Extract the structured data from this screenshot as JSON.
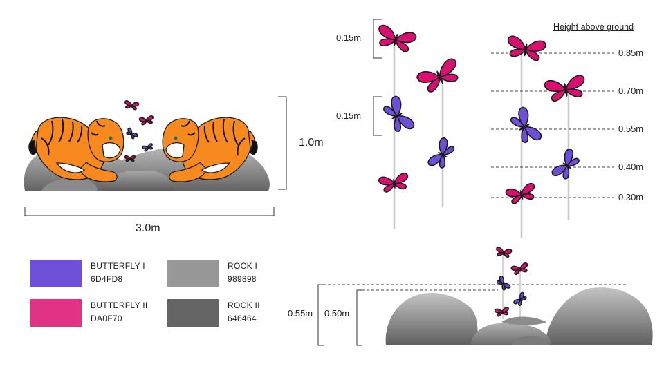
{
  "overview": {
    "height_label": "1.0m",
    "width_label": "3.0m"
  },
  "legend": [
    {
      "name": "BUTTERFLY I",
      "code": "6D4FD8",
      "color": "#6D4FD8"
    },
    {
      "name": "ROCK I",
      "code": "989898",
      "color": "#989898"
    },
    {
      "name": "BUTTERFLY II",
      "code": "DA0F70",
      "color": "#DA0F70"
    },
    {
      "name": "ROCK II",
      "code": "646464",
      "color": "#646464"
    }
  ],
  "butterfly_detail": {
    "title": "Height above ground",
    "spacing_labels": [
      "0.15m",
      "0.15m"
    ],
    "height_labels": [
      "0.85m",
      "0.70m",
      "0.55m",
      "0.40m",
      "0.30m"
    ]
  },
  "rock_detail": {
    "height_labels": [
      "0.55m",
      "0.50m"
    ]
  },
  "colors": {
    "tiger_orange": "#F7891E",
    "stroke": "#1a1a1a",
    "dashed": "#444444",
    "stem": "#c8c8c8"
  }
}
